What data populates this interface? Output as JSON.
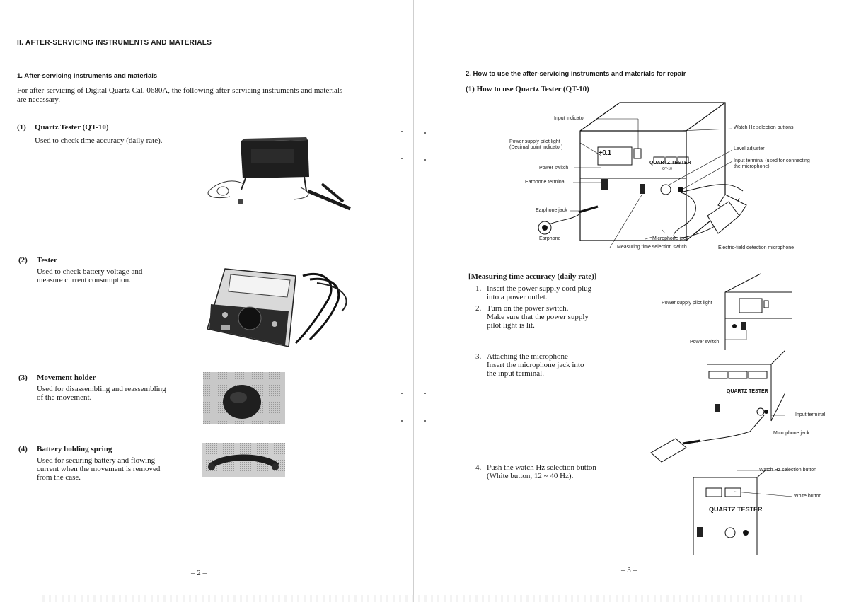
{
  "left": {
    "section_heading": "II.  AFTER-SERVICING INSTRUMENTS AND MATERIALS",
    "sub_heading": "1.  After-servicing instruments and materials",
    "intro_line1": "For after-servicing of Digital Quartz Cal. 0680A, the following after-servicing instruments and materials",
    "intro_line2": "are necessary.",
    "items": [
      {
        "num": "(1)",
        "title": "Quartz Tester (QT-10)",
        "desc": "Used to check time accuracy (daily rate)."
      },
      {
        "num": "(2)",
        "title": "Tester",
        "desc_line1": "Used  to  check  battery  voltage  and",
        "desc_line2": "measure current consumption."
      },
      {
        "num": "(3)",
        "title": "Movement holder",
        "desc_line1": "Used for disassembling and reassembling",
        "desc_line2": "of the movement."
      },
      {
        "num": "(4)",
        "title": "Battery holding spring",
        "desc_line1": "Used  for  securing  battery  and  flowing",
        "desc_line2": "current when the movement is removed",
        "desc_line3": "from the case."
      }
    ],
    "page_number": "– 2 –"
  },
  "right": {
    "sub_heading": "2.  How to use the after-servicing instruments and materials for repair",
    "sub_sub_heading": "(1)  How to use Quartz Tester (QT-10)",
    "diagram_labels": {
      "input_indicator": "Input indicator",
      "power_pilot_1": "Power supply pilot light",
      "power_pilot_2": "(Decimal point indicator)",
      "power_switch": "Power switch",
      "earphone_terminal": "Earphone terminal",
      "earphone_jack": "Earphone jack",
      "earphone": "Earphone",
      "microphone_jack": "Microphone jack",
      "measuring_switch": "Measuring time selection switch",
      "watch_hz": "Watch Hz selection buttons",
      "level_adjuster": "Level adjuster",
      "input_terminal_1": "Input terminal (used for connecting",
      "input_terminal_2": "the microphone)",
      "efd_mic": "Electric-field detection microphone",
      "display": "+0.1",
      "brand": "QUARTZ TESTER",
      "model": "QT-10"
    },
    "measuring_heading": "[Measuring time accuracy (daily rate)]",
    "steps": [
      {
        "num": "1.",
        "l1": "Insert the power supply cord plug",
        "l2": "into a power outlet."
      },
      {
        "num": "2.",
        "l1": "Turn on the power switch.",
        "l2": "Make sure that the power supply",
        "l3": "pilot light is lit."
      },
      {
        "num": "3.",
        "l1": "Attaching the microphone",
        "l2": "Insert  the  microphone  jack  into",
        "l3": "the  input  terminal."
      },
      {
        "num": "4.",
        "l1": "Push the watch Hz selection button",
        "l2": "(White button, 12 ~ 40 Hz)."
      }
    ],
    "small_labels": {
      "power_pilot": "Power supply pilot light",
      "power_switch": "Power switch",
      "input_terminal": "Input terminal",
      "microphone_jack": "Microphone jack",
      "watch_hz_button": "Watch Hz selection button",
      "white_button": "White button"
    },
    "page_number": "– 3 –"
  }
}
